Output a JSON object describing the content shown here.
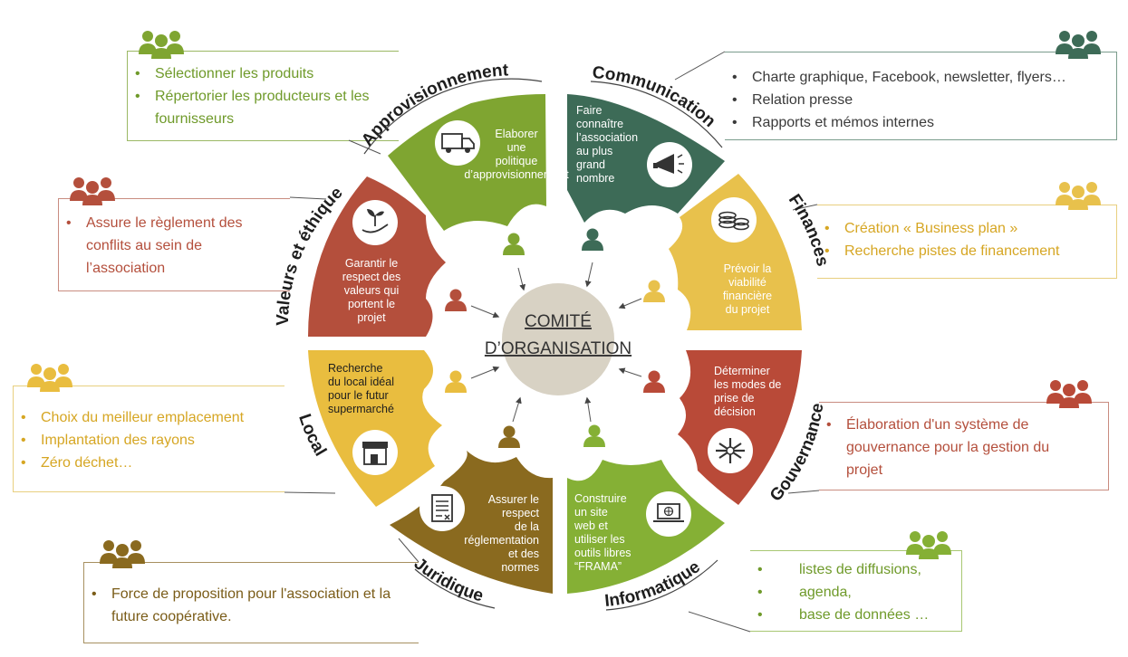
{
  "colors": {
    "approvisionnement": "#7fa531",
    "communication": "#3d6b57",
    "finances": "#e8c14c",
    "gouvernance": "#b94a38",
    "informatique": "#85b035",
    "juridique": "#8a6a1f",
    "local": "#e9bd3f",
    "valeurs": "#b44f3c",
    "center": "#d8d2c4"
  },
  "center": {
    "line1": "COMITÉ",
    "line2": "D’ORGANISATION"
  },
  "segments": {
    "approvisionnement": {
      "title": "Approvisionnement",
      "text": [
        "Elaborer",
        "une",
        "politique",
        "d’approvisionnement"
      ],
      "icon": "truck-icon"
    },
    "communication": {
      "title": "Communication",
      "text": [
        "Faire",
        "connaître",
        "l’association",
        "au plus",
        "grand",
        "nombre"
      ],
      "icon": "megaphone-icon"
    },
    "finances": {
      "title": "Finances",
      "text": [
        "Prévoir la",
        "viabilité",
        "financière",
        "du projet"
      ],
      "icon": "coins-icon"
    },
    "gouvernance": {
      "title": "Gouvernance",
      "text": [
        "Déterminer",
        "les modes de",
        "prise de",
        "décision"
      ],
      "icon": "hands-icon"
    },
    "informatique": {
      "title": "Informatique",
      "text": [
        "Construire",
        "un site",
        "web et",
        "utiliser les",
        "outils libres",
        "“FRAMA”"
      ],
      "icon": "laptop-icon"
    },
    "juridique": {
      "title": "Juridique",
      "text": [
        "Assurer le",
        "respect",
        "de la",
        "réglementation",
        "et des",
        "normes"
      ],
      "icon": "document-icon"
    },
    "local": {
      "title": "Local",
      "text": [
        "Recherche",
        "du local idéal",
        "pour le futur",
        "supermarché"
      ],
      "icon": "shop-icon"
    },
    "valeurs": {
      "title": "Valeurs et éthique",
      "text": [
        "Garantir le",
        "respect des",
        "valeurs qui",
        "portent  le",
        "projet"
      ],
      "icon": "plant-hand-icon"
    }
  },
  "boxes": {
    "approvisionnement": [
      "Sélectionner les produits",
      "Répertorier les producteurs et les fournisseurs"
    ],
    "communication": [
      "Charte graphique, Facebook, newsletter, flyers…",
      "Relation presse",
      "Rapports et mémos internes"
    ],
    "valeurs": [
      "Assure le règlement des conflits au sein de l’association"
    ],
    "finances": [
      "Création « Business plan »",
      "Recherche pistes de financement"
    ],
    "local": [
      "Choix du meilleur emplacement",
      "Implantation des rayons",
      "Zéro déchet…"
    ],
    "gouvernance": [
      "Élaboration d'un système de gouvernance pour la gestion du projet"
    ],
    "juridique": [
      "Force de proposition pour l'association et la future coopérative."
    ],
    "informatique": [
      "listes de diffusions,",
      "agenda,",
      "base de données …"
    ]
  }
}
